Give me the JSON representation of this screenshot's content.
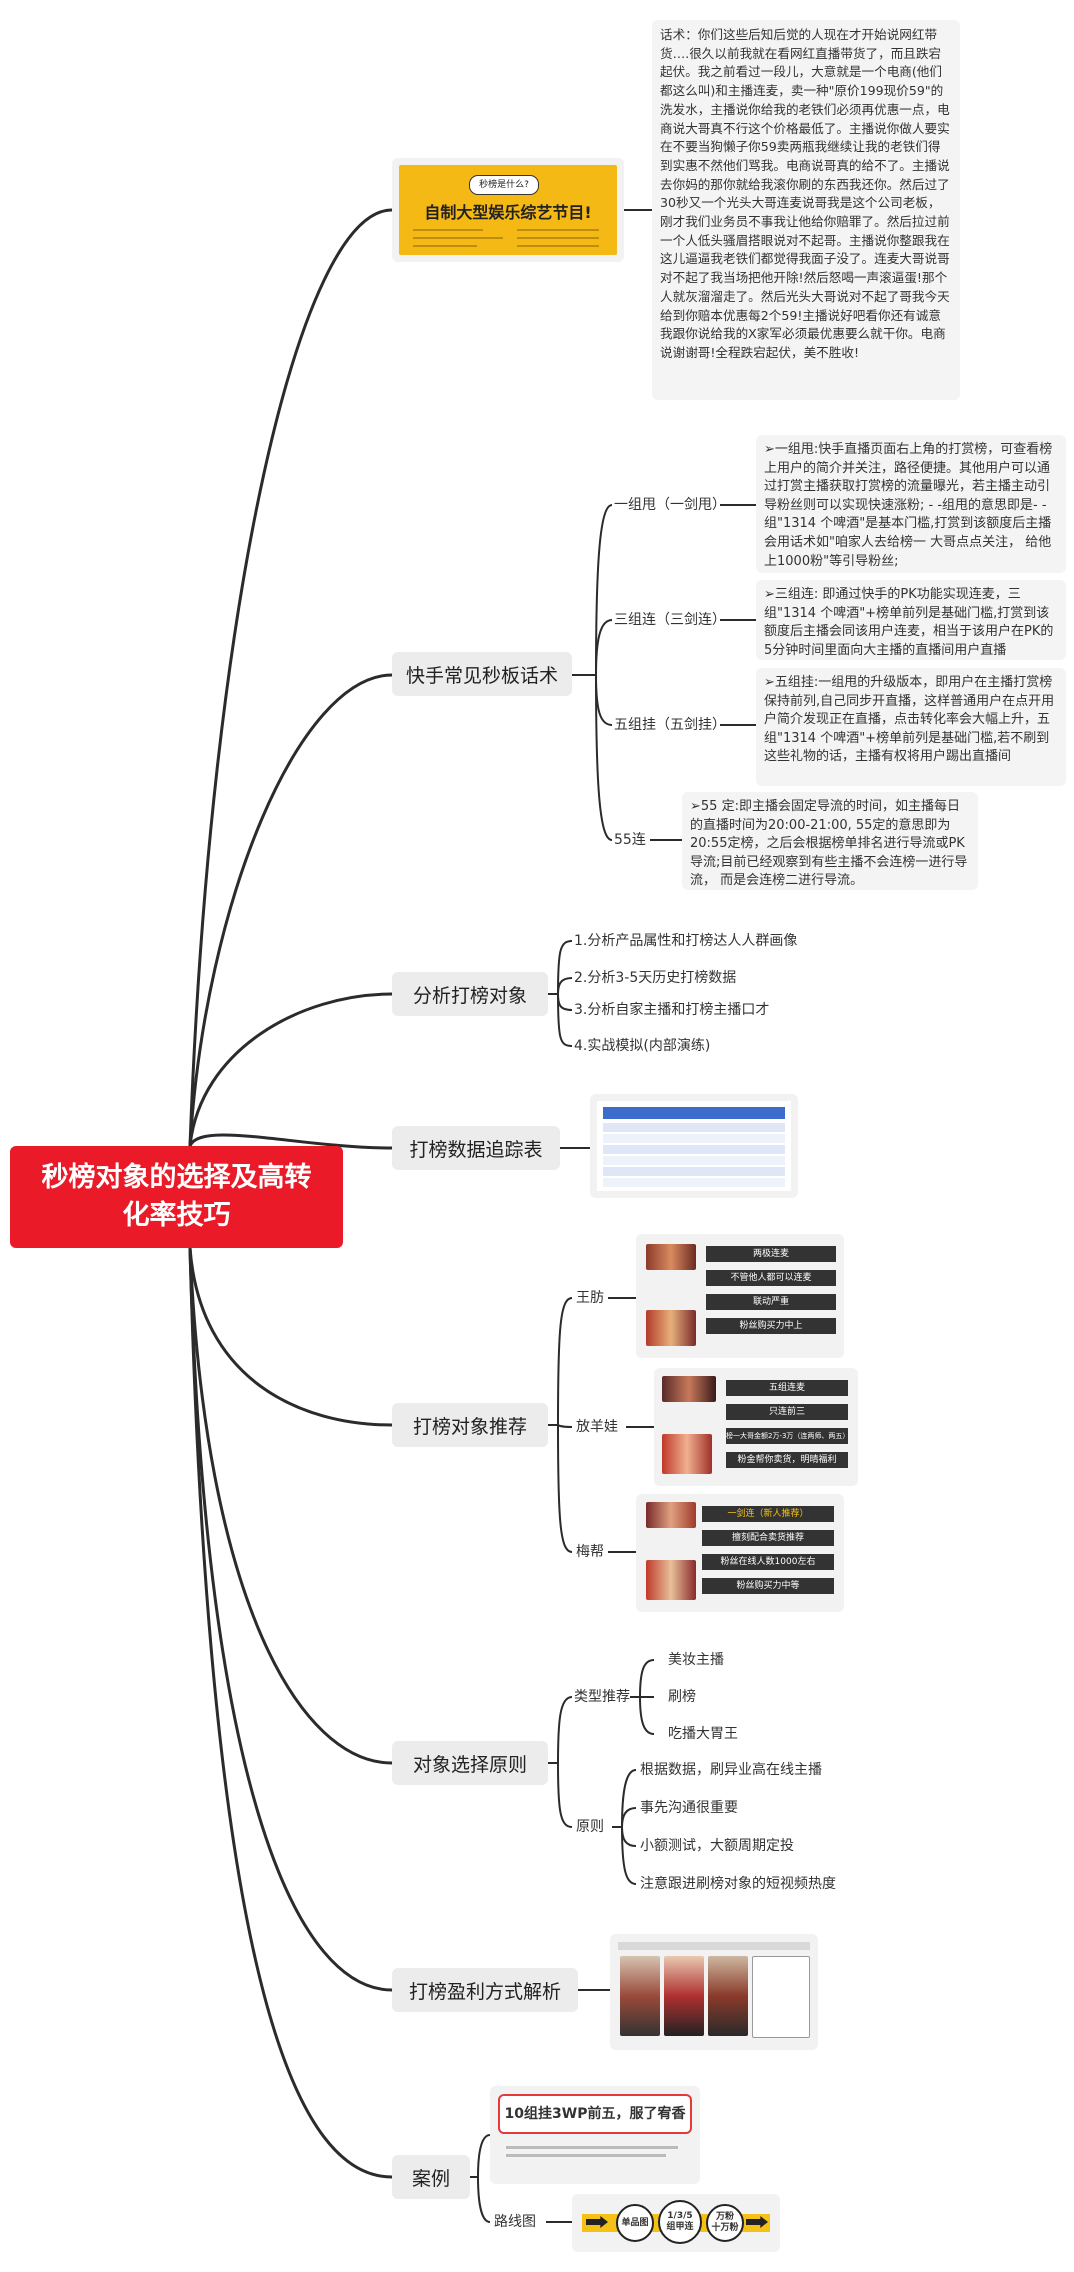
{
  "root": {
    "title": "秒榜对象的选择及高转化率技巧"
  },
  "branches": {
    "intro": {
      "poster": {
        "badge": "秒榜是什么?",
        "headline": "自制大型娱乐综艺节目!"
      },
      "note": "话术：你们这些后知后觉的人现在才开始说网红带货….很久以前我就在看网红直播带货了，而且跌宕起伏。我之前看过一段儿，大意就是一个电商(他们都这么叫)和主播连麦，卖一种\"原价199现价59\"的洗发水，主播说你给我的老铁们必须再优惠一点，电商说大哥真不行这个价格最低了。主播说你做人要实在不要当狗懒子你59卖两瓶我继续让我的老铁们得到实惠不然他们骂我。电商说哥真的给不了。主播说去你妈的那你就给我滚你刷的东西我还你。然后过了30秒又一个光头大哥连麦说哥我是这个公司老板，刚才我们业务员不事我让他给你赔罪了。然后拉过前一个人低头骚眉搭眼说对不起哥。主播说你整跟我在这儿逼逼我老铁们都觉得我面子没了。连麦大哥说哥对不起了我当场把他开除!然后怒喝一声滚逼蛋!那个人就灰溜溜走了。然后光头大哥说对不起了哥我今天给到你赔本优惠每2个59!主播说好吧看你还有诚意我跟你说给我的X家军必须最优惠要么就干你。电商说谢谢哥!全程跌宕起伏，美不胜收!"
    },
    "scripts": {
      "label": "快手常见秒板话术",
      "children": [
        {
          "label": "一组甩（一剑甩）",
          "note": "➢一组甩:快手直播页面右上角的打赏榜，可查看榜上用户的简介并关注，路径便捷。其他用户可以通过打赏主播获取打赏榜的流量曝光，若主播主动引导粉丝则可以实现快速涨粉; - -组甩的意思即是- -组\"1314 个啤酒\"是基本门槛,打赏到该额度后主播会用话术如\"咱家人去给榜一 大哥点点关注， 给他上1000粉\"等引导粉丝;"
        },
        {
          "label": "三组连（三剑连）",
          "note": "➢三组连: 即通过快手的PK功能实现连麦，三组\"1314 个啤酒\"+榜单前列是基础门槛,打赏到该额度后主播会同该用户连麦，相当于该用户在PK的5分钟时间里面向大主播的直播间用户直播"
        },
        {
          "label": "五组挂（五剑挂）",
          "note": "➢五组挂:一组甩的升级版本，即用户在主播打赏榜保持前列,自己同步开直播，这样普通用户在点开用户简介发现正在直播，点击转化率会大幅上升，五组\"1314 个啤酒\"+榜单前列是基础门槛,若不刷到这些礼物的话，主播有权将用户踢出直播间"
        },
        {
          "label": "55连",
          "note": "➢55 定:即主播会固定导流的时间，如主播每日的直播时间为20:00-21:00, 55定的意思即为20:55定榜，之后会根据榜单排名进行导流或PK导流;目前已经观察到有些主播不会连榜一进行导流， 而是会连榜二进行导流。"
        }
      ]
    },
    "analysis": {
      "label": "分析打榜对象",
      "children": [
        "1.分析产品属性和打榜达人人群画像",
        "2.分析3-5天历史打榜数据",
        "3.分析自家主播和打榜主播口才",
        "4.实战模拟(内部演练)"
      ]
    },
    "tracking": {
      "label": "打榜数据追踪表"
    },
    "recommend": {
      "label": "打榜对象推荐",
      "children": [
        {
          "label": "王肪",
          "tags": [
            "两极连麦",
            "不管他人都可以连麦",
            "联动严重",
            "粉丝购买力中上"
          ]
        },
        {
          "label": "放羊娃",
          "tags": [
            "五组连麦",
            "只连前三",
            "榜一大哥金额2万-3万（连两师、两五）",
            "粉金帮你卖货，明晴福利"
          ]
        },
        {
          "label": "梅帮",
          "tags": [
            "一剑连（新人推荐）",
            "擅刻配合卖货推荐",
            "粉丝在线人数1000左右",
            "粉丝购买力中等"
          ]
        }
      ]
    },
    "principles": {
      "label": "对象选择原则",
      "type": {
        "label": "类型推荐",
        "items": [
          "美妆主播",
          "刷榜",
          "吃播大胃王"
        ]
      },
      "rules": {
        "label": "原则",
        "items": [
          "根据数据，刷异业高在线主播",
          "事先沟通很重要",
          "小额测试，大额周期定投",
          "注意跟进刷榜对象的短视频热度"
        ]
      }
    },
    "profit": {
      "label": "打榜盈利方式解析"
    },
    "cases": {
      "label": "案例",
      "case_title": "10组挂3WP前五，服了宥香",
      "roadmap": {
        "label": "路线图",
        "steps": [
          "单品图",
          "1/3/5\n组甲连",
          "万粉\n十万粉"
        ]
      }
    }
  },
  "colors": {
    "root": "#ea1a28",
    "branch_bg": "#ececec",
    "edge": "#2b2b2b",
    "poster": "#f5b915"
  }
}
